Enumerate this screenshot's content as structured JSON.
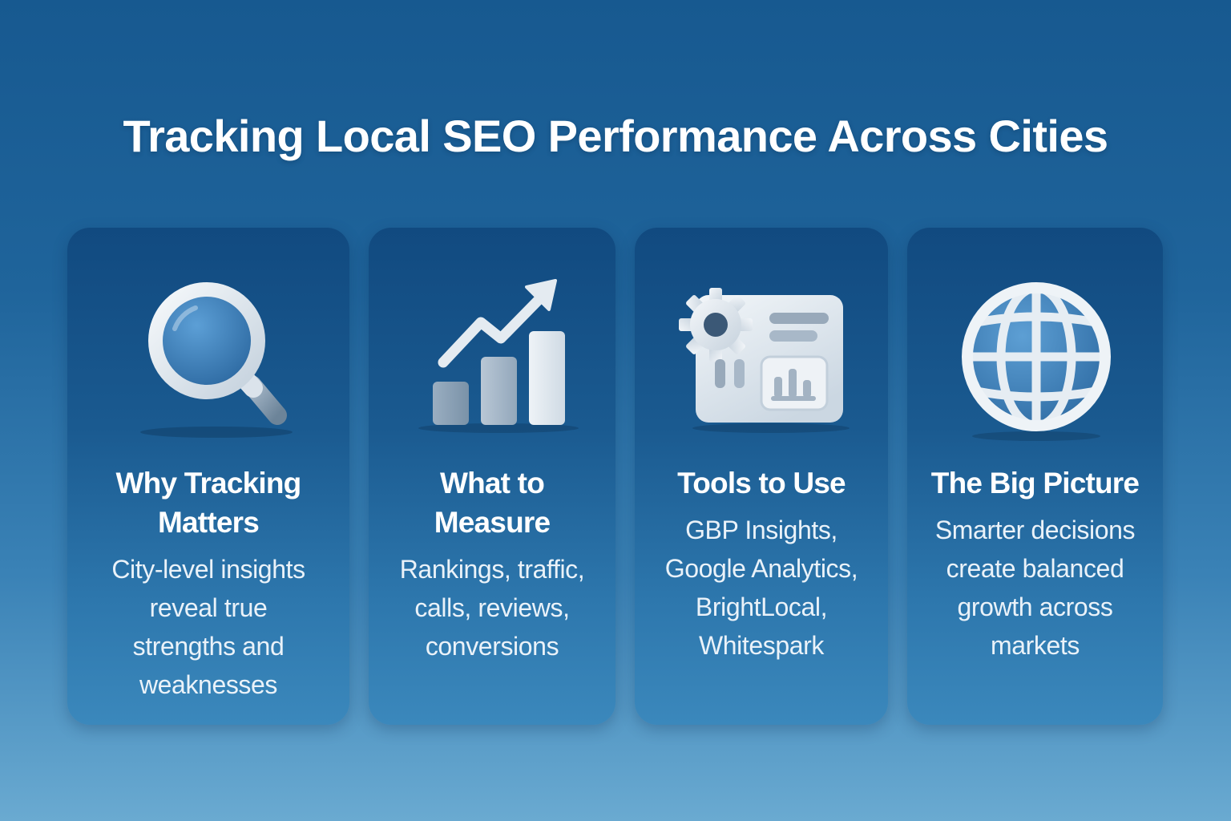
{
  "title": "Tracking Local SEO Performance Across Cities",
  "cards": [
    {
      "icon": "magnifying-glass-icon",
      "heading_lines": [
        "Why Tracking",
        "Matters"
      ],
      "body_lines": [
        "City-level insights",
        "reveal true",
        "strengths and",
        "weaknesses"
      ]
    },
    {
      "icon": "growth-chart-icon",
      "heading_lines": [
        "What to",
        "Measure"
      ],
      "body_lines": [
        "Rankings, traffic,",
        "calls, reviews,",
        "conversions"
      ]
    },
    {
      "icon": "settings-dashboard-icon",
      "heading_lines": [
        "Tools to Use"
      ],
      "body_lines": [
        "GBP Insights,",
        "Google Analytics,",
        "BrightLocal,",
        "Whitespark"
      ]
    },
    {
      "icon": "globe-icon",
      "heading_lines": [
        "The Big Picture"
      ],
      "body_lines": [
        "Smarter decisions",
        "create balanced",
        "growth across",
        "markets"
      ]
    }
  ],
  "colors": {
    "background_top": "#175990",
    "background_bottom": "#6aaad1",
    "card_top": "#114a80",
    "card_bottom": "#3b88bc",
    "text": "#ffffff",
    "icon_light": "#e6edf3",
    "icon_blue": "#3f86c4"
  }
}
